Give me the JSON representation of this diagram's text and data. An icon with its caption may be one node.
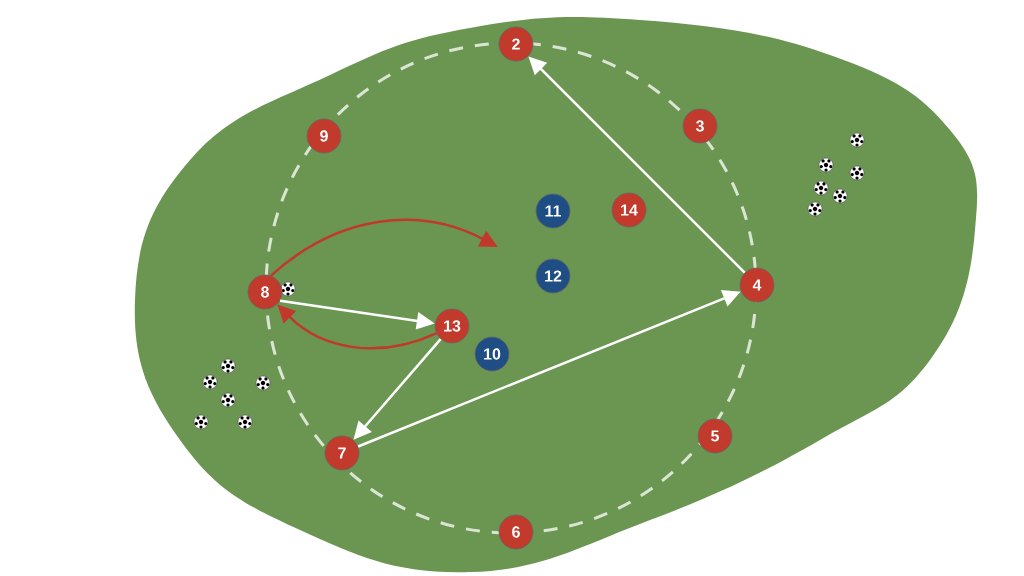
{
  "diagram": {
    "nodes": [
      {
        "text": [
          "2"
        ]
      },
      {
        "text": [
          "9"
        ]
      },
      {
        "text": [
          "3"
        ]
      },
      {
        "text": [
          "14"
        ]
      },
      {
        "text": [
          "11"
        ]
      },
      {
        "text": [
          "4"
        ]
      },
      {
        "text": [
          "12"
        ]
      },
      {
        "text": [
          "8"
        ]
      },
      {
        "text": [
          "13"
        ]
      },
      {
        "text": [
          "10"
        ]
      },
      {
        "text": [
          "7"
        ]
      },
      {
        "text": [
          "5"
        ]
      },
      {
        "text": [
          "6"
        ]
      }
    ],
    "edges": [
      {
        "from": 7,
        "to": 8,
        "arrow": "to"
      },
      {
        "from": 8,
        "to": 10,
        "arrow": "to"
      },
      {
        "from": 10,
        "to": 5,
        "arrow": "to"
      },
      {
        "from": 5,
        "to": 0,
        "arrow": "to"
      },
      {
        "from": 7,
        "to": null,
        "arrow": "to",
        "color": "#c0392b"
      },
      {
        "from": 8,
        "to": 7,
        "arrow": "to",
        "color": "#c0392b"
      }
    ]
  }
}
